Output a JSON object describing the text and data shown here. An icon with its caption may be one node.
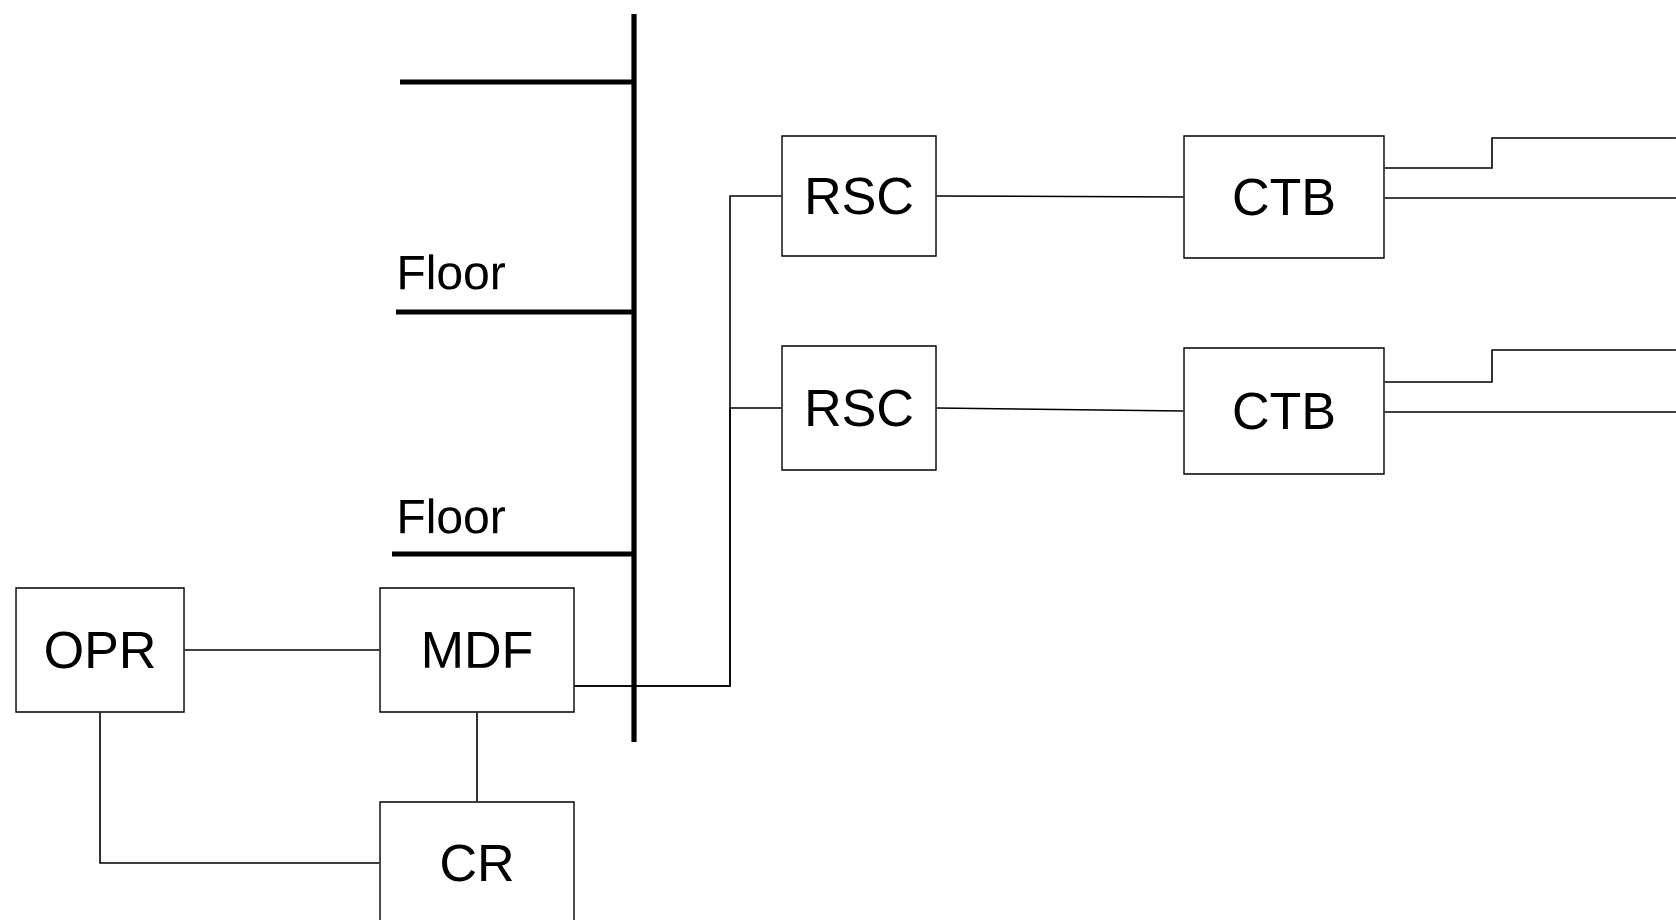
{
  "diagram": {
    "nodes": [
      {
        "text": [
          "OPR"
        ]
      },
      {
        "text": [
          "MDF"
        ]
      },
      {
        "text": [
          "CR"
        ]
      },
      {
        "text": [
          "RSC"
        ]
      },
      {
        "text": [
          "RSC"
        ]
      },
      {
        "text": [
          "CTB"
        ]
      },
      {
        "text": [
          "CTB"
        ]
      }
    ],
    "edges": [
      {
        "from": 0,
        "to": 1,
        "arrow": "none"
      },
      {
        "from": 1,
        "to": 2,
        "arrow": "none"
      },
      {
        "from": 0,
        "to": 2,
        "arrow": "none"
      },
      {
        "from": 1,
        "to": 3,
        "arrow": "none"
      },
      {
        "from": 1,
        "to": 4,
        "arrow": "none"
      },
      {
        "from": 3,
        "to": 5,
        "arrow": "none"
      },
      {
        "from": 4,
        "to": 6,
        "arrow": "none"
      },
      {
        "from": 5,
        "to": null,
        "arrow": "none"
      },
      {
        "from": 5,
        "to": null,
        "arrow": "none"
      },
      {
        "from": 6,
        "to": null,
        "arrow": "none"
      },
      {
        "from": 6,
        "to": null,
        "arrow": "none"
      }
    ],
    "labels": [
      "Floor",
      "Floor"
    ]
  }
}
